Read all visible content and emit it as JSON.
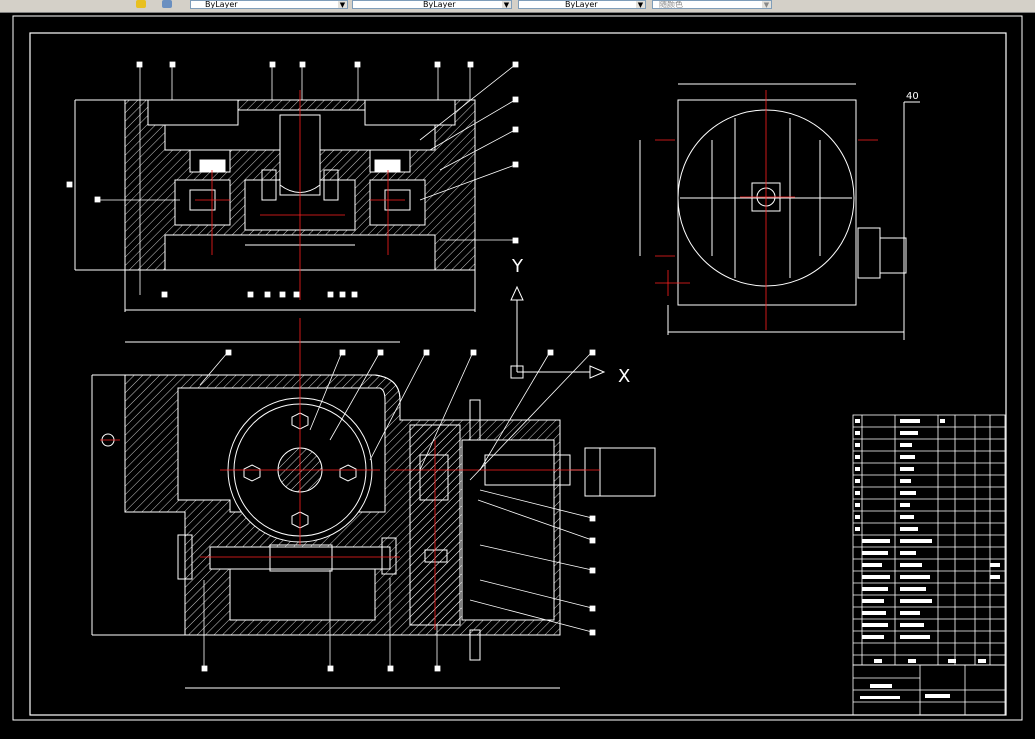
{
  "toolbar": {
    "layer_color": "ByLayer",
    "layer_linetype": "ByLayer",
    "layer_lineweight": "ByLayer",
    "plot_style": "随颜色",
    "icons": [
      "layer-state-icon",
      "layer-prev-icon"
    ]
  },
  "drawing": {
    "axis_y": "Y",
    "axis_x": "X",
    "dim_top_right": "40",
    "background_color": "#000000",
    "line_color": "#ffffff",
    "center_line_color": "#ff0000"
  }
}
